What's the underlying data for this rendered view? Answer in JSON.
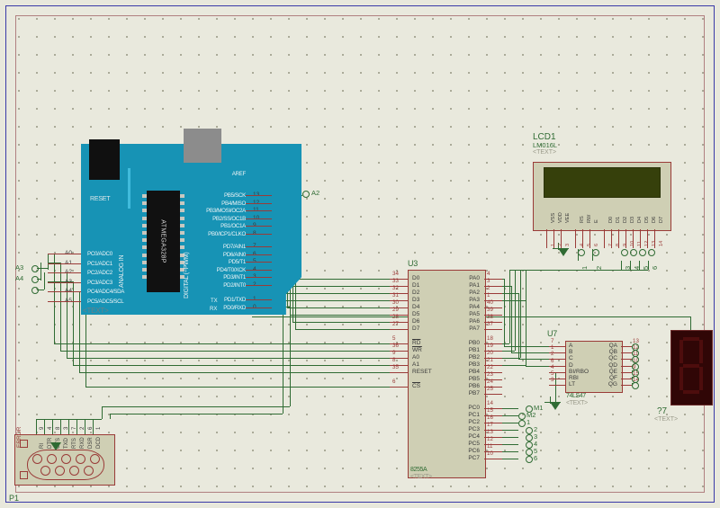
{
  "sheet": {
    "background_color": "#e9e9dd",
    "border_color": "#3a3aa8",
    "wire_color": "#2f6b33",
    "body_color": "#cfcfb4",
    "body_border_color": "#9a3b38"
  },
  "arduino": {
    "ref": "<TEXT>",
    "reset_label": "RESET",
    "mcu_label": "ATMEGA328P",
    "analog_group_label": "ANALOG IN",
    "digital_group_label": "DIGITAL (~PWM)",
    "aref_label": "AREF",
    "tx_label": "TX",
    "rx_label": "RX",
    "analog_pins": [
      {
        "num": "A0",
        "label": "PC0/ADC0"
      },
      {
        "num": "A1",
        "label": "PC1/ADC1"
      },
      {
        "num": "A2",
        "label": "PC2/ADC2"
      },
      {
        "num": "A3",
        "label": "PC3/ADC3"
      },
      {
        "num": "A4",
        "label": "PC4/ADC4/SDA"
      },
      {
        "num": "A5",
        "label": "PC5/ADC5/SCL"
      }
    ],
    "digital_pins": [
      {
        "num": "13",
        "label": "PB5/SCK"
      },
      {
        "num": "12",
        "label": "PB4/MISO"
      },
      {
        "num": "11",
        "label": "PB3/MOSI/OC2A"
      },
      {
        "num": "10",
        "label": "PB2/SS/OC1B"
      },
      {
        "num": "9",
        "label": "PB1/OC1A"
      },
      {
        "num": "8",
        "label": "PB0/ICP1/CLKO"
      },
      {
        "num": "7",
        "label": "PD7/AIN1"
      },
      {
        "num": "6",
        "label": "PD6/AIN0"
      },
      {
        "num": "5",
        "label": "PD5/T1"
      },
      {
        "num": "4",
        "label": "PD4/T0/XCK"
      },
      {
        "num": "3",
        "label": "PD3/INT1"
      },
      {
        "num": "2",
        "label": "PD2/INT0"
      },
      {
        "num": "1",
        "label": "PD1/TXD"
      },
      {
        "num": "0",
        "label": "PD0/RXD"
      }
    ]
  },
  "u3": {
    "ref": "U3",
    "value": "8255A",
    "text": "<TEXT>",
    "left_pins": [
      {
        "num": "34",
        "label": "D0",
        "bar": false
      },
      {
        "num": "33",
        "label": "D1",
        "bar": false
      },
      {
        "num": "32",
        "label": "D2",
        "bar": false
      },
      {
        "num": "31",
        "label": "D3",
        "bar": false
      },
      {
        "num": "30",
        "label": "D4",
        "bar": false
      },
      {
        "num": "29",
        "label": "D5",
        "bar": false
      },
      {
        "num": "28",
        "label": "D6",
        "bar": false
      },
      {
        "num": "27",
        "label": "D7",
        "bar": false
      },
      {
        "num": "5",
        "label": "RD",
        "bar": true
      },
      {
        "num": "36",
        "label": "WR",
        "bar": true
      },
      {
        "num": "9",
        "label": "A0",
        "bar": false
      },
      {
        "num": "8",
        "label": "A1",
        "bar": false
      },
      {
        "num": "35",
        "label": "RESET",
        "bar": false
      },
      {
        "num": "6",
        "label": "CS",
        "bar": true
      }
    ],
    "right_pins": [
      {
        "num": "4",
        "label": "PA0"
      },
      {
        "num": "3",
        "label": "PA1"
      },
      {
        "num": "2",
        "label": "PA2"
      },
      {
        "num": "1",
        "label": "PA3"
      },
      {
        "num": "40",
        "label": "PA4"
      },
      {
        "num": "39",
        "label": "PA5"
      },
      {
        "num": "38",
        "label": "PA6"
      },
      {
        "num": "37",
        "label": "PA7"
      },
      {
        "num": "18",
        "label": "PB0"
      },
      {
        "num": "19",
        "label": "PB1"
      },
      {
        "num": "20",
        "label": "PB2"
      },
      {
        "num": "21",
        "label": "PB3"
      },
      {
        "num": "22",
        "label": "PB4"
      },
      {
        "num": "23",
        "label": "PB5"
      },
      {
        "num": "24",
        "label": "PB6"
      },
      {
        "num": "25",
        "label": "PB7"
      },
      {
        "num": "14",
        "label": "PC0"
      },
      {
        "num": "15",
        "label": "PC1"
      },
      {
        "num": "16",
        "label": "PC2"
      },
      {
        "num": "17",
        "label": "PC3"
      },
      {
        "num": "13",
        "label": "PC4"
      },
      {
        "num": "12",
        "label": "PC5"
      },
      {
        "num": "11",
        "label": "PC6"
      },
      {
        "num": "10",
        "label": "PC7"
      }
    ]
  },
  "u7": {
    "ref": "U7",
    "value": "74LS47",
    "text": "<TEXT>",
    "left_pins": [
      {
        "num": "7",
        "label": "A"
      },
      {
        "num": "1",
        "label": "B"
      },
      {
        "num": "2",
        "label": "C"
      },
      {
        "num": "6",
        "label": "D"
      },
      {
        "num": "4",
        "label": "BI/RBO"
      },
      {
        "num": "5",
        "label": "RBI"
      },
      {
        "num": "3",
        "label": "LT"
      }
    ],
    "right_pins": [
      {
        "num": "13",
        "label": "QA"
      },
      {
        "num": "12",
        "label": "QB"
      },
      {
        "num": "11",
        "label": "QC"
      },
      {
        "num": "10",
        "label": "QD"
      },
      {
        "num": "9",
        "label": "QE"
      },
      {
        "num": "15",
        "label": "QF"
      },
      {
        "num": "14",
        "label": "QG"
      }
    ]
  },
  "lcd": {
    "ref": "LCD1",
    "value": "LM016L",
    "text": "<TEXT>",
    "screen_color": "#36400b",
    "pins": [
      {
        "num": "1",
        "label": "VSS"
      },
      {
        "num": "2",
        "label": "VDD"
      },
      {
        "num": "3",
        "label": "VEE"
      },
      {
        "num": "4",
        "label": "RS"
      },
      {
        "num": "5",
        "label": "RW"
      },
      {
        "num": "6",
        "label": "E"
      },
      {
        "num": "7",
        "label": "D0"
      },
      {
        "num": "8",
        "label": "D1"
      },
      {
        "num": "9",
        "label": "D2"
      },
      {
        "num": "10",
        "label": "D3"
      },
      {
        "num": "11",
        "label": "D4"
      },
      {
        "num": "12",
        "label": "D5"
      },
      {
        "num": "13",
        "label": "D6"
      },
      {
        "num": "14",
        "label": "D7"
      }
    ]
  },
  "seven_segment": {
    "ref": "?7",
    "text": "<TEXT>",
    "body_color": "#300606",
    "segment_color": "#4d0d0d"
  },
  "db9": {
    "ref": "P1",
    "error_label": "ERROR",
    "pins": [
      {
        "num": "9",
        "label": "RI"
      },
      {
        "num": "4",
        "label": "DTR"
      },
      {
        "num": "8",
        "label": "CTS"
      },
      {
        "num": "3",
        "label": "TXD"
      },
      {
        "num": "7",
        "label": "RTS"
      },
      {
        "num": "2",
        "label": "RXD"
      },
      {
        "num": "6",
        "label": "DSR"
      },
      {
        "num": "1",
        "label": "DCD"
      }
    ]
  },
  "terminals": {
    "left": [
      {
        "label": "A3"
      },
      {
        "label": "A4"
      },
      {
        "label": ""
      }
    ],
    "arduino_right": [
      {
        "label": "A2"
      }
    ],
    "lcd_bottom": [
      {
        "label": "1"
      },
      {
        "label": "2"
      },
      {
        "label": "3"
      },
      {
        "label": "4"
      },
      {
        "label": "5"
      },
      {
        "label": "6"
      }
    ],
    "u3_pc": [
      {
        "label": "M1"
      },
      {
        "label": "M2"
      },
      {
        "label": "1"
      },
      {
        "label": "2"
      },
      {
        "label": "3"
      },
      {
        "label": "4"
      },
      {
        "label": "5"
      },
      {
        "label": "6"
      }
    ],
    "u7_out": [
      {
        "label": "13"
      },
      {
        "label": "12"
      },
      {
        "label": "11"
      },
      {
        "label": "10"
      },
      {
        "label": "9"
      },
      {
        "label": "15"
      },
      {
        "label": "14"
      }
    ]
  }
}
